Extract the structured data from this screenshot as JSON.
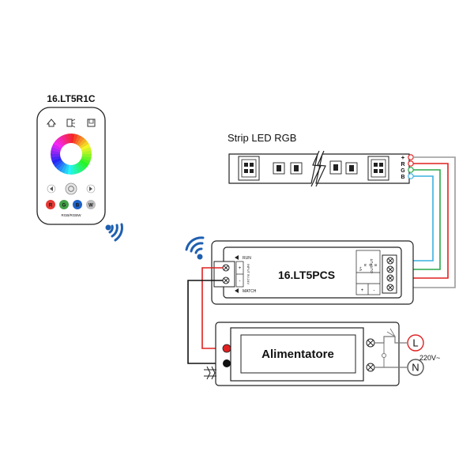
{
  "remote": {
    "model": "16.LT5R1C",
    "mode_label": "RGB/RGBW",
    "color_buttons": [
      "R",
      "G",
      "B",
      "W"
    ],
    "colors": {
      "R": "#e53935",
      "G": "#43a047",
      "B": "#1e63c8",
      "W": "#bdbdbd"
    }
  },
  "strip": {
    "title": "Strip LED RGB",
    "pins": [
      "+",
      "R",
      "G",
      "B"
    ]
  },
  "controller": {
    "model": "16.LT5PCS",
    "input_label": "INPUT 5V-24V",
    "output_label": "OUTPUT",
    "run_label": "RUN",
    "match_label": "MATCH",
    "terminal_labels": [
      "+",
      "-"
    ],
    "output_channels": [
      "V+",
      "R",
      "G",
      "B"
    ]
  },
  "power_supply": {
    "title": "Alimentatore",
    "terminal_L": "L",
    "terminal_N": "N",
    "mains_label": "220V~"
  },
  "wire_colors": {
    "red": "#e02020",
    "green": "#2aa84a",
    "blue": "#3ab0e0",
    "black": "#111111",
    "grey": "#9a9a9a"
  }
}
